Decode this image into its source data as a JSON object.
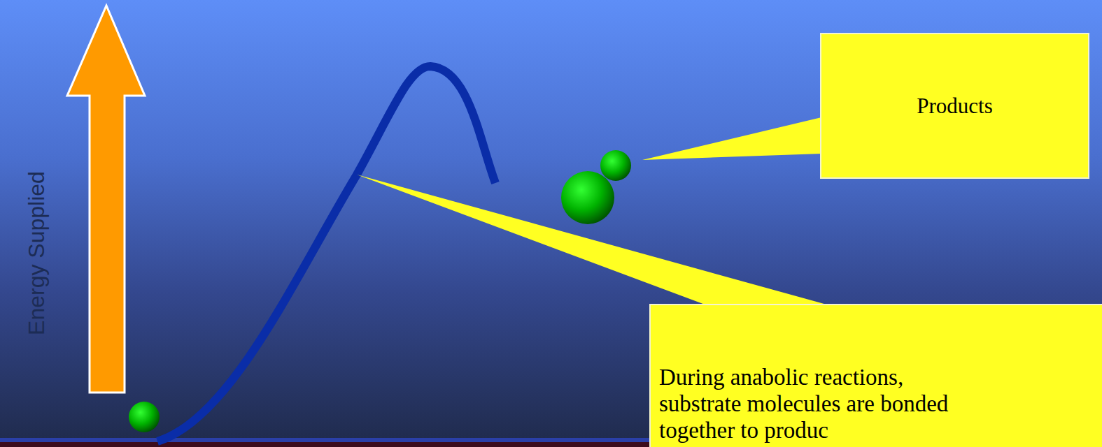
{
  "diagram": {
    "nodes": [
      {
        "text": [
          "Products"
        ]
      },
      {
        "text": [
          "During anabolic reactions, substrate molecules are bonded together to produc"
        ]
      }
    ],
    "labels": [
      "Energy Supplied"
    ]
  }
}
